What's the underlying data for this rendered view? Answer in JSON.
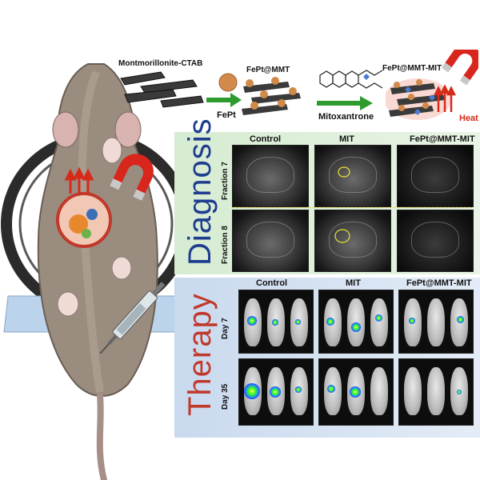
{
  "top": {
    "montmorillonite_label": "Montmorillonite-CTAB",
    "fept_label": "FePt",
    "fept_mmt_label": "FePt@MMT",
    "mitoxantrone_label": "Mitoxantrone",
    "fept_mmt_mit_label": "FePt@MMT-MIT",
    "heat_label": "Heat"
  },
  "diagnosis": {
    "title": "Diagnosis",
    "columns": [
      "Control",
      "MIT",
      "FePt@MMT-MIT"
    ],
    "rows": [
      "Fraction 7",
      "Fraction 8"
    ]
  },
  "therapy": {
    "title": "Therapy",
    "columns": [
      "Control",
      "MIT",
      "FePt@MMT-MIT"
    ],
    "rows": [
      "Day 7",
      "Day 35"
    ]
  },
  "colors": {
    "diagnosis_word": "#1f3d8f",
    "therapy_word": "#c0392b",
    "arrow_green": "#2e9b2e",
    "heat_red": "#d62a1a",
    "magnet_red": "#d9261c"
  }
}
